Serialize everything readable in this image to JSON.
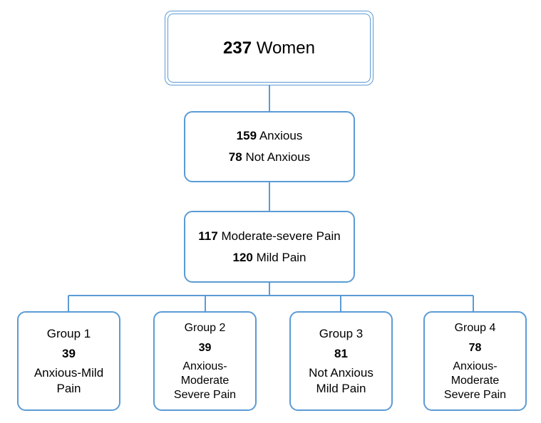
{
  "top": {
    "count": "237",
    "label": "Women"
  },
  "level1": {
    "line1": {
      "count": "159",
      "label": "Anxious"
    },
    "line2": {
      "count": "78",
      "label": "Not Anxious"
    }
  },
  "level2": {
    "line1": {
      "count": "117",
      "label": "Moderate-severe Pain"
    },
    "line2": {
      "count": "120",
      "label": "Mild Pain"
    }
  },
  "groups": [
    {
      "title": "Group 1",
      "count": "39",
      "line1": "Anxious-Mild",
      "line2": "Pain"
    },
    {
      "title": "Group 2",
      "count": "39",
      "line1": "Anxious-",
      "line2": "Moderate",
      "line3": "Severe Pain"
    },
    {
      "title": "Group 3",
      "count": "81",
      "line1": "Not Anxious",
      "line2": "Mild Pain"
    },
    {
      "title": "Group 4",
      "count": "78",
      "line1": "Anxious-",
      "line2": "Moderate",
      "line3": "Severe Pain"
    }
  ],
  "colors": {
    "border": "#5b9bd5",
    "connector": "#5b9bd5"
  }
}
